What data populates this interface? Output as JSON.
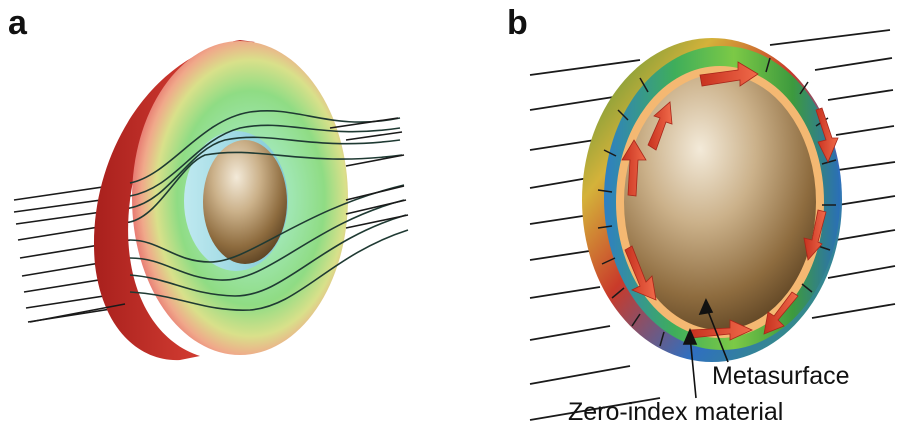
{
  "panels": {
    "a": {
      "label": "a"
    },
    "b": {
      "label": "b",
      "annotations": {
        "metasurface": "Metasurface",
        "zero_index": "Zero-index material"
      }
    }
  },
  "colors": {
    "shell_red": "#c8322c",
    "field_green": "#7fd98a",
    "cavity_brown": "#8a6a3c",
    "cavity_light": "#efe3cf",
    "ring_orange": "#f2b36a",
    "arrow_red": "#e0442e",
    "line_color": "#1a1a1a"
  }
}
